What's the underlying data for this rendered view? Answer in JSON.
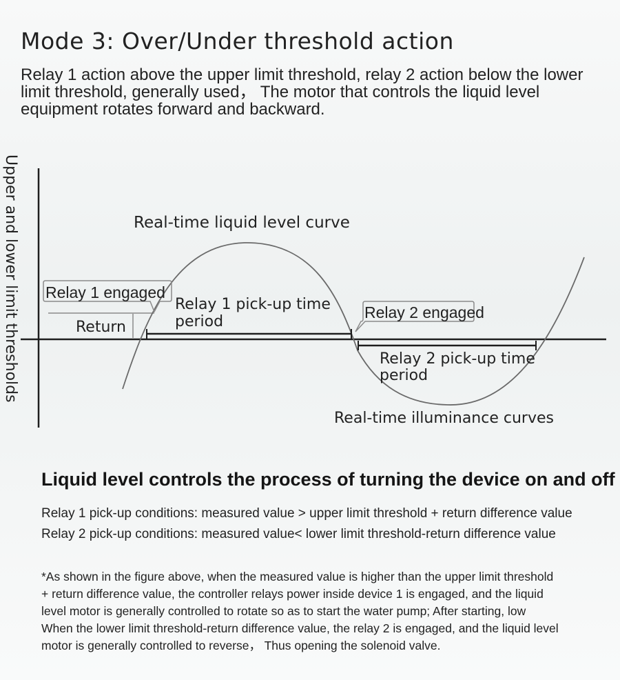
{
  "title": "Mode 3: Over/Under threshold action",
  "intro": "Relay 1 action above the upper limit threshold, relay 2 action below the lower limit threshold, generally used，  The motor that controls the liquid level equipment rotates forward and backward.",
  "diagram": {
    "y_axis_label": "Upper and lower limit thresholds",
    "curve_label": "Real-time liquid level curve",
    "relay1_engaged": "Relay 1 engaged",
    "return_label": "Return",
    "relay1_period_line1": "Relay 1 pick-up time",
    "relay1_period_line2": "period",
    "relay2_engaged": "Relay 2 engaged",
    "relay2_period_line1": "Relay 2 pick-up time",
    "relay2_period_line2": "period",
    "illuminance_label": "Real-time illuminance curves"
  },
  "section_heading": "Liquid level controls the process of turning the device on and off",
  "conditions": [
    "Relay 1 pick-up conditions: measured value > upper limit threshold + return difference value",
    "Relay 2 pick-up conditions: measured value< lower limit threshold-return difference value"
  ],
  "note_lines": [
    "*As shown in the figure above, when the measured value is higher than the upper limit threshold",
    " + return difference value, the controller relays power inside device 1 is engaged, and the liquid",
    "level motor is generally controlled to rotate so as to start the water pump; After starting, low",
    "When the lower limit threshold-return difference value, the relay 2 is engaged, and the liquid level",
    "motor is generally controlled to reverse，  Thus opening the solenoid valve."
  ],
  "colors": {
    "axis": "#1e1e1e",
    "curve": "#6a6a6a",
    "text": "#222222"
  }
}
